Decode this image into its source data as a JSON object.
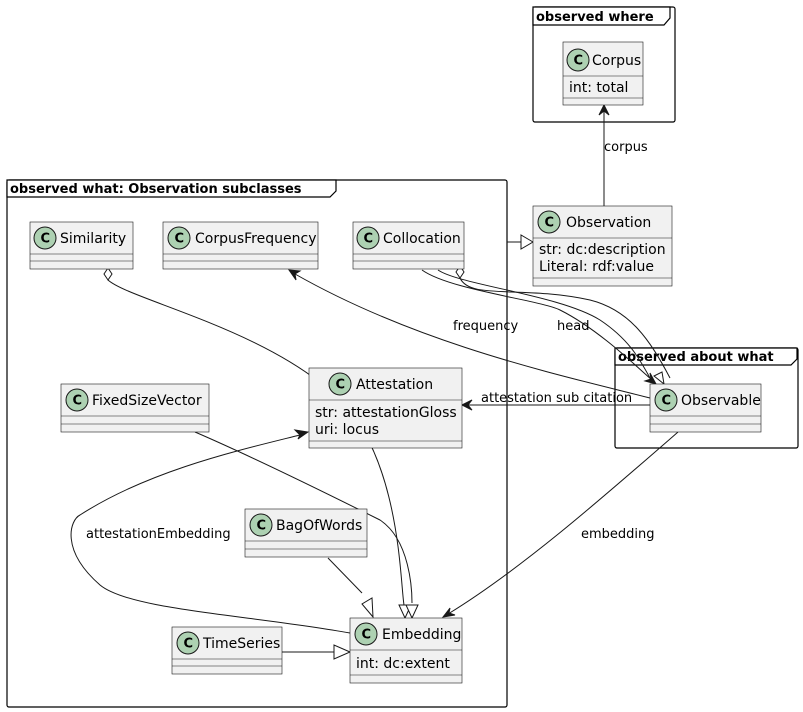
{
  "packages": {
    "where": "observed where",
    "what": "observed what: Observation subclasses",
    "about": "observed about what"
  },
  "classes": {
    "corpus": {
      "name": "Corpus",
      "attrs": [
        "int: total"
      ]
    },
    "observation": {
      "name": "Observation",
      "attrs": [
        "str: dc:description",
        "Literal: rdf:value"
      ]
    },
    "similarity": {
      "name": "Similarity",
      "attrs": []
    },
    "corpusFrequency": {
      "name": "CorpusFrequency",
      "attrs": []
    },
    "collocation": {
      "name": "Collocation",
      "attrs": []
    },
    "fixedSizeVector": {
      "name": "FixedSizeVector",
      "attrs": []
    },
    "attestation": {
      "name": "Attestation",
      "attrs": [
        "str: attestationGloss",
        "uri: locus"
      ]
    },
    "bagOfWords": {
      "name": "BagOfWords",
      "attrs": []
    },
    "timeSeries": {
      "name": "TimeSeries",
      "attrs": []
    },
    "embedding": {
      "name": "Embedding",
      "attrs": [
        "int: dc:extent"
      ]
    },
    "observable": {
      "name": "Observable",
      "attrs": []
    }
  },
  "badge_letter": "C",
  "edges": {
    "corpus": "corpus",
    "frequency": "frequency",
    "head": "head",
    "attestation_sub_citation": "attestation sub citation",
    "attestationEmbedding": "attestationEmbedding",
    "embedding": "embedding"
  },
  "colors": {
    "class_fill": "#f1f1f1",
    "badge": "#add1b2",
    "line": "#181818"
  }
}
